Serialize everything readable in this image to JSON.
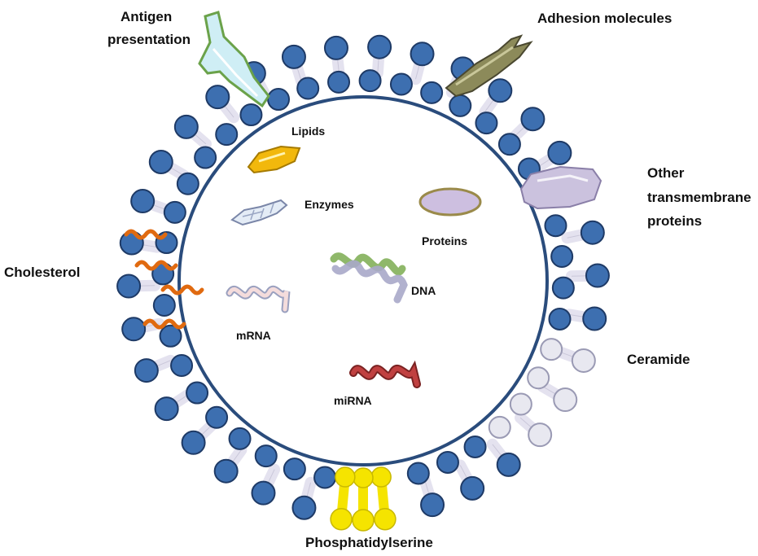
{
  "labels": {
    "antigen_line1": "Antigen",
    "antigen_line2": "presentation",
    "adhesion": "Adhesion molecules",
    "other_line1": "Other",
    "other_line2": "transmembrane",
    "other_line3": "proteins",
    "cholesterol": "Cholesterol",
    "ceramide": "Ceramide",
    "phosphatidylserine": "Phosphatidylserine",
    "lipids": "Lipids",
    "enzymes": "Enzymes",
    "proteins": "Proteins",
    "dna": "DNA",
    "mrna": "mRNA",
    "mirna": "miRNA"
  },
  "colors": {
    "lipid_head": "#3d6fb0",
    "lipid_head_stroke": "#1e3a66",
    "tail": "#e4e2ef",
    "ceramide_head": "#e8e8f0",
    "phosphatidylserine": "#f5e400",
    "cholesterol": "#e06a10",
    "membrane_line": "#2a4c7c"
  }
}
